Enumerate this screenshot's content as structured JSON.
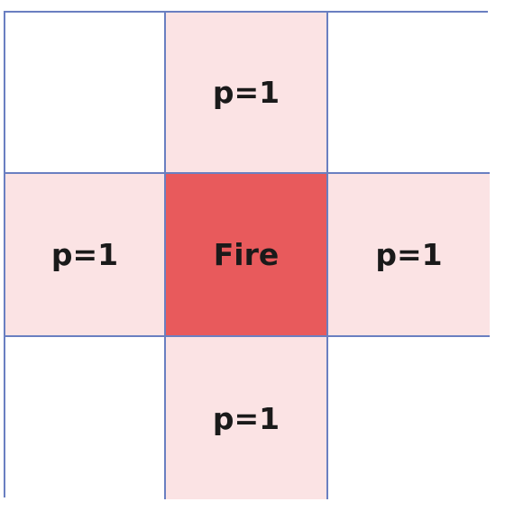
{
  "grid": {
    "colors": {
      "empty": "#ffffff",
      "neighbor": "#fbe3e4",
      "fire": "#e85a5c",
      "border": "#6a7fc1"
    },
    "cells": {
      "top_center": "p=1",
      "middle_left": "p=1",
      "center": "Fire",
      "middle_right": "p=1",
      "bottom_center": "p=1"
    }
  }
}
